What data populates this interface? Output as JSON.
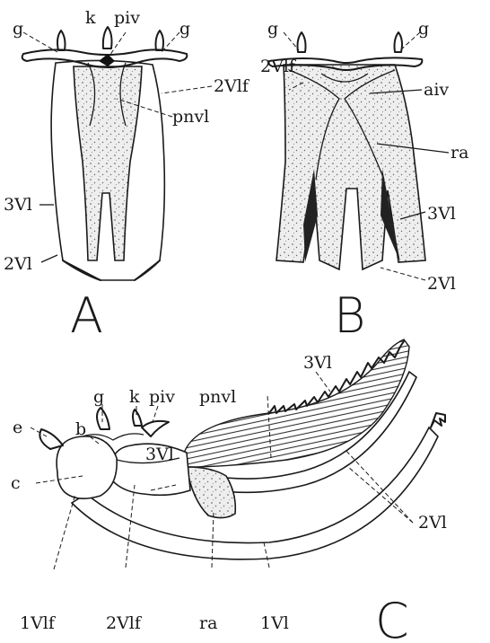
{
  "panels": {
    "A": {
      "letter": "A",
      "labels": {
        "g_left": "g",
        "k": "k",
        "piv": "piv",
        "g_right": "g",
        "twoVlf": "2Vlf",
        "pnvl": "pnvl",
        "threeVl": "3Vl",
        "twoVl": "2Vl"
      }
    },
    "B": {
      "letter": "B",
      "labels": {
        "g_left": "g",
        "g_right": "g",
        "twoVlf": "2Vlf",
        "aiv": "aiv",
        "ra": "ra",
        "threeVl": "3Vl",
        "twoVl": "2Vl"
      }
    },
    "C": {
      "letter": "C",
      "labels": {
        "threeVl_top": "3Vl",
        "g": "g",
        "k": "k",
        "piv": "piv",
        "pnvl": "pnvl",
        "b": "b",
        "e": "e",
        "threeVl_inner": "3Vl",
        "c": "c",
        "twoVl": "2Vl",
        "oneVlf": "1Vlf",
        "twoVlf": "2Vlf",
        "ra": "ra",
        "oneVl": "1Vl"
      }
    }
  }
}
